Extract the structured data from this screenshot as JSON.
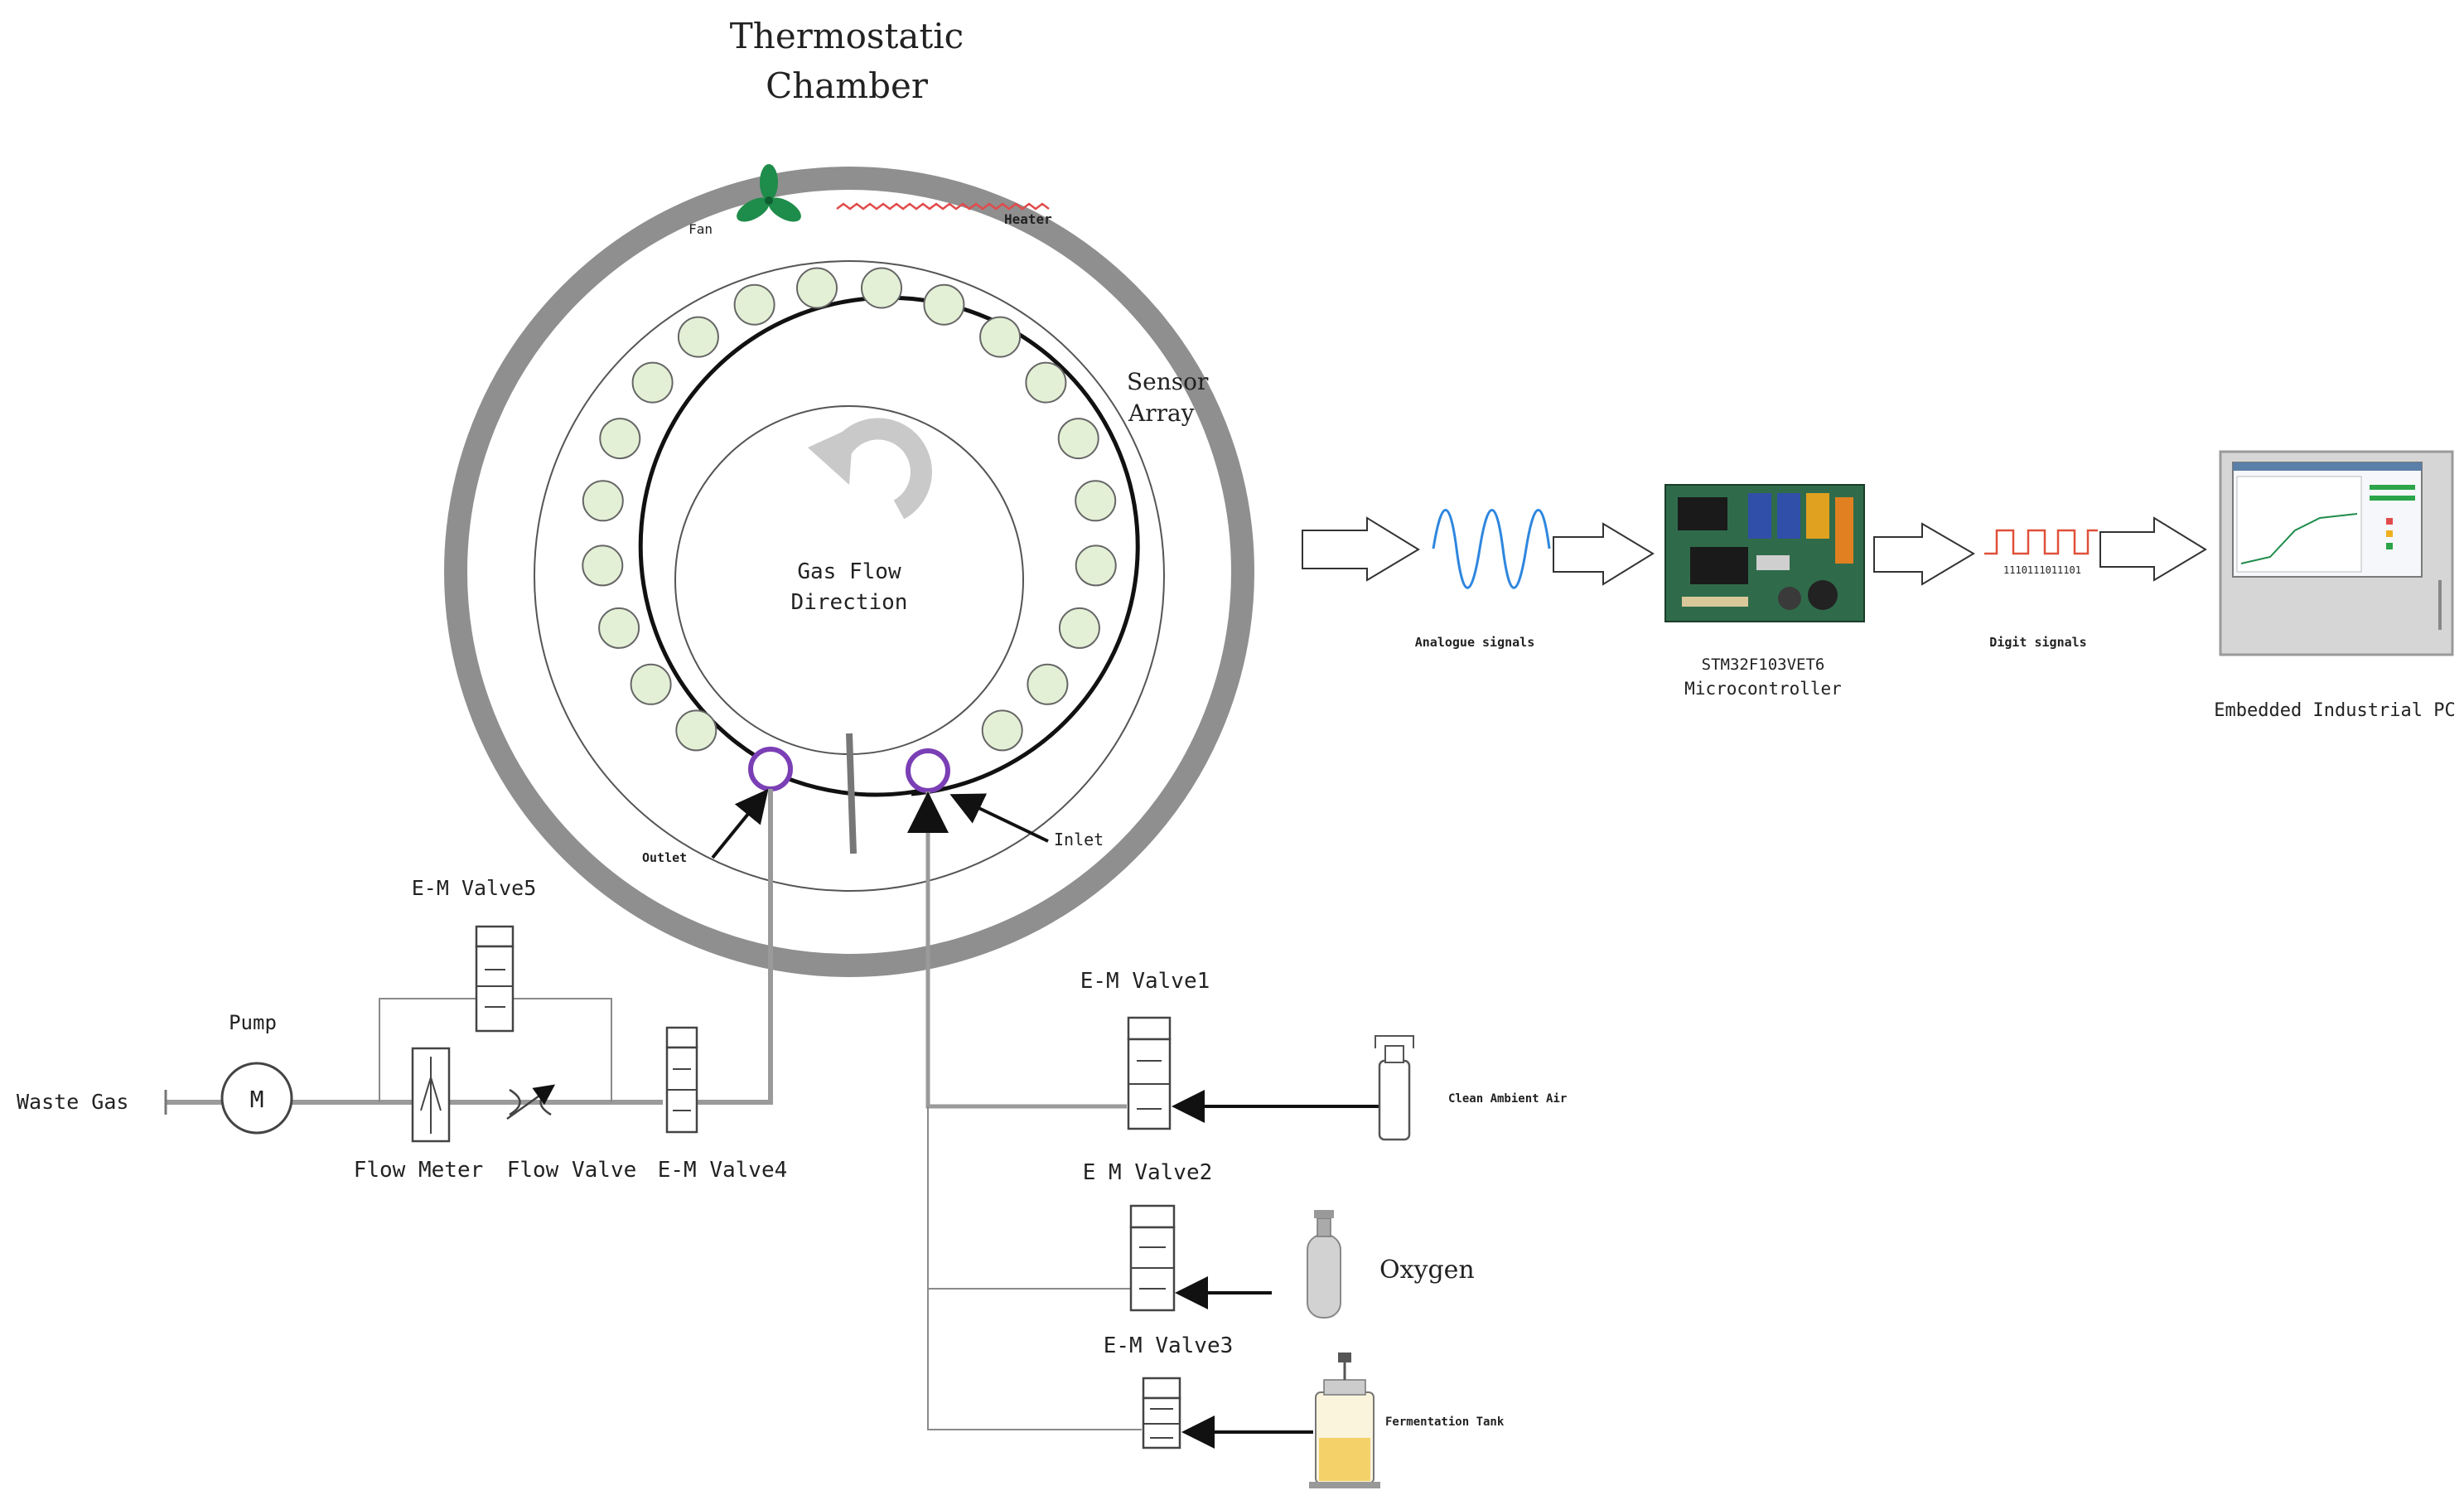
{
  "labels": {
    "chamber_line1": "Thermostatic",
    "chamber_line2": "Chamber",
    "fan": "Fan",
    "heater": "Heater",
    "sensor_array_line1": "Sensor",
    "sensor_array_line2": "Array",
    "gas_flow_line1": "Gas Flow",
    "gas_flow_line2": "Direction",
    "outlet": "Outlet",
    "inlet": "Inlet",
    "analogue_signals": "Analogue signals",
    "mcu_line1": "STM32F103VET6",
    "mcu_line2": "Microcontroller",
    "digit_signals": "Digit signals",
    "digit_bits": "1110111011101",
    "embedded_pc": "Embedded Industrial PC",
    "em_valve5": "E-M Valve5",
    "em_valve1": "E-M Valve1",
    "em_valve2": "E M Valve2",
    "em_valve3": "E-M Valve3",
    "em_valve4": "E-M Valve4",
    "pump": "Pump",
    "pump_symbol": "M",
    "waste_gas": "Waste Gas",
    "flow_meter": "Flow Meter",
    "flow_valve": "Flow Valve",
    "clean_air": "Clean Ambient Air",
    "oxygen": "Oxygen",
    "fermentation_tank": "Fermentation Tank"
  },
  "colors": {
    "chamber_ring": "#8f8f8f",
    "sensor_fill": "#e3f0d6",
    "port_ring": "#7b3fb5",
    "fan": "#1e8c4a",
    "heater": "#e24b4b",
    "analog_wave": "#2e86de",
    "digital_wave": "#e0503a"
  },
  "icons": {
    "fan": "fan-icon",
    "heater": "heater-icon",
    "flow_direction": "rotate-ccw-icon",
    "microcontroller": "circuit-board-icon",
    "pc": "industrial-pc-icon",
    "oxygen": "gas-cylinder-icon",
    "clean_air": "gas-bottle-icon",
    "tank": "fermentation-tank-icon"
  }
}
